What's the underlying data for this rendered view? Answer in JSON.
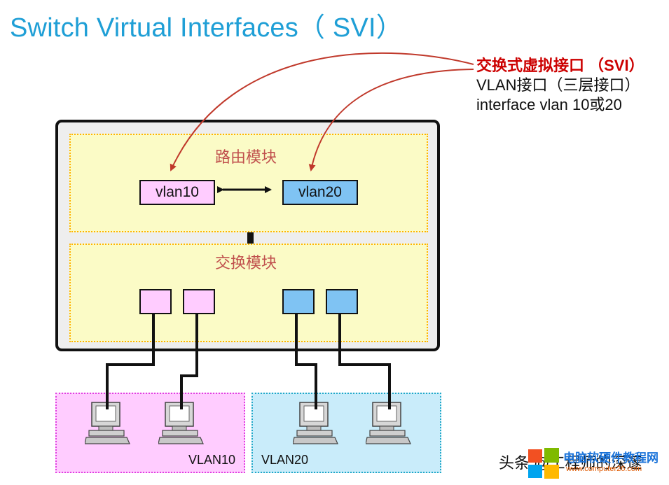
{
  "title": "Switch Virtual Interfaces（ SVI）",
  "annotation": {
    "line1": "交换式虚拟接口 （SVI）",
    "line2": "VLAN接口（三层接口）",
    "line3": "interface vlan 10或20"
  },
  "routing_module": {
    "label": "路由模块",
    "vlan_a": "vlan10",
    "vlan_b": "vlan20"
  },
  "switching_module": {
    "label": "交换模块"
  },
  "groups": [
    {
      "label": "VLAN10",
      "color": "#ffccff",
      "border": "#e040e0"
    },
    {
      "label": "VLAN20",
      "color": "#c9ecfa",
      "border": "#20a8c8"
    }
  ],
  "colors": {
    "title": "#1f9fd6",
    "annotation_highlight": "#cc0000",
    "module_label": "#c0504d",
    "module_fill": "#fbfbc6",
    "module_border": "#ffb400",
    "vlan10": "#ffccff",
    "vlan20": "#7fc3f3",
    "arrow": "#c0392b"
  },
  "watermark": {
    "text": "头条 @工程师的深邃",
    "site": "电脑软硬件教程网",
    "url": "www.computer26.com"
  }
}
